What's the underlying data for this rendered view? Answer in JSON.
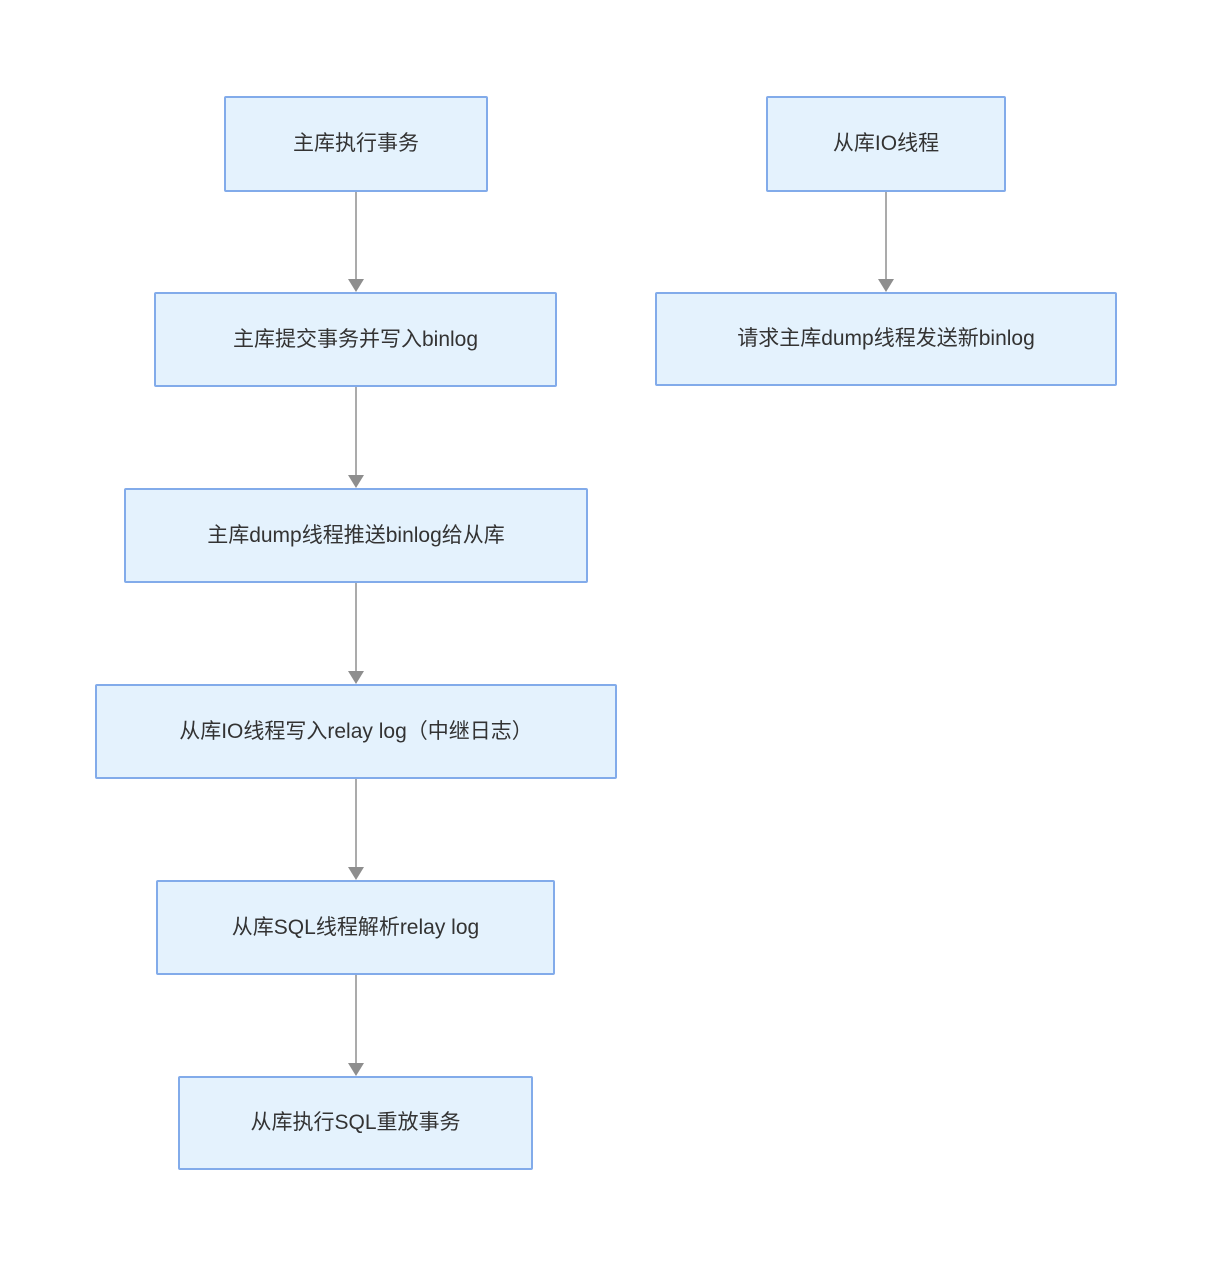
{
  "diagram": {
    "type": "flowchart",
    "colors": {
      "node_fill": "#e4f2fd",
      "node_border": "#82abea",
      "arrow_line": "#ababab",
      "arrow_head": "#8e8e8e",
      "text_color": "#333333",
      "page_bg": "#ffffff"
    },
    "left_flow": {
      "nodes": [
        {
          "label": "主库执行事务"
        },
        {
          "label": "主库提交事务并写入binlog"
        },
        {
          "label": "主库dump线程推送binlog给从库"
        },
        {
          "label": "从库IO线程写入relay log（中继日志）"
        },
        {
          "label": "从库SQL线程解析relay log"
        },
        {
          "label": "从库执行SQL重放事务"
        }
      ]
    },
    "right_flow": {
      "nodes": [
        {
          "label": "从库IO线程"
        },
        {
          "label": "请求主库dump线程发送新binlog"
        }
      ]
    }
  }
}
